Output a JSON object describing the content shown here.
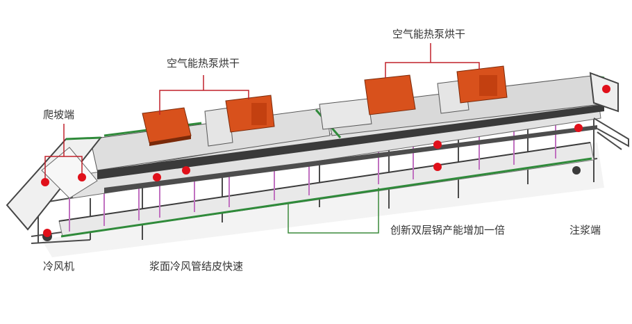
{
  "labels": {
    "dryer_left": "空气能热泵烘干",
    "dryer_right": "空气能热泵烘干",
    "climb_end": "爬坡端",
    "cold_fan": "冷风机",
    "cold_duct": "浆面冷风管结皮快速",
    "double_layer": "创新双层锅产能增加一倍",
    "slurry_end": "注浆端"
  },
  "colors": {
    "callout": "#c0202a",
    "callout_green": "#3a8a3a",
    "heat_pump": "#d8511c",
    "frame": "#4a4a4a",
    "belt": "#e6e6e6",
    "rail_green": "#2f8a3a",
    "cover": "#d8d8d8",
    "pink_strut": "#c070c0",
    "dot": "#e0101a"
  }
}
